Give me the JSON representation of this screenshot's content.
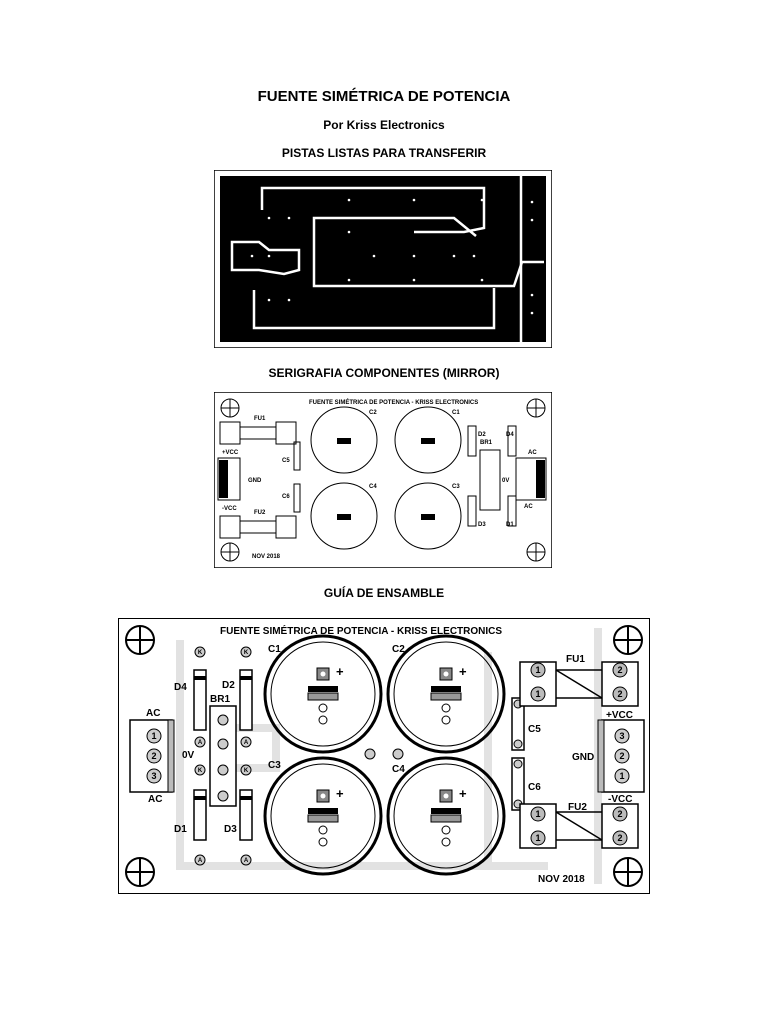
{
  "doc": {
    "title": "FUENTE SIMÉTRICA DE POTENCIA",
    "author": "Por Kriss Electronics",
    "section_tracks": "PISTAS LISTAS PARA TRANSFERIR",
    "section_silkscreen": "SERIGRAFIA COMPONENTES (MIRROR)",
    "section_assembly": "GUÍA DE ENSAMBLE"
  },
  "silkscreen": {
    "header": "FUENTE SIMÉTRICA DE POTENCIA - KRISS ELECTRONICS",
    "date": "NOV 2018",
    "labels": {
      "fu1": "FU1",
      "fu2": "FU2",
      "c1": "C1",
      "c2": "C2",
      "c3": "C3",
      "c4": "C4",
      "c5": "C5",
      "c6": "C6",
      "d1": "D1",
      "d2": "D2",
      "d3": "D3",
      "d4": "D4",
      "br1": "BR1",
      "vcc_pos": "+VCC",
      "vcc_neg": "-VCC",
      "gnd": "GND",
      "ac": "AC",
      "zero_v": "0V"
    }
  },
  "assembly": {
    "header": "FUENTE SIMÉTRICA DE POTENCIA - KRISS ELECTRONICS",
    "date": "NOV 2018",
    "labels": {
      "c1": "C1",
      "c2": "C2",
      "c3": "C3",
      "c4": "C4",
      "c5": "C5",
      "c6": "C6",
      "d1": "D1",
      "d2": "D2",
      "d3": "D3",
      "d4": "D4",
      "br1": "BR1",
      "fu1": "FU1",
      "fu2": "FU2",
      "ac_top": "AC",
      "ac_bottom": "AC",
      "zero_v": "0V",
      "vcc_pos": "+VCC",
      "vcc_neg": "-VCC",
      "gnd": "GND",
      "plus": "+",
      "k": "K",
      "a": "A",
      "pin1": "1",
      "pin2": "2",
      "pin3": "3"
    }
  }
}
